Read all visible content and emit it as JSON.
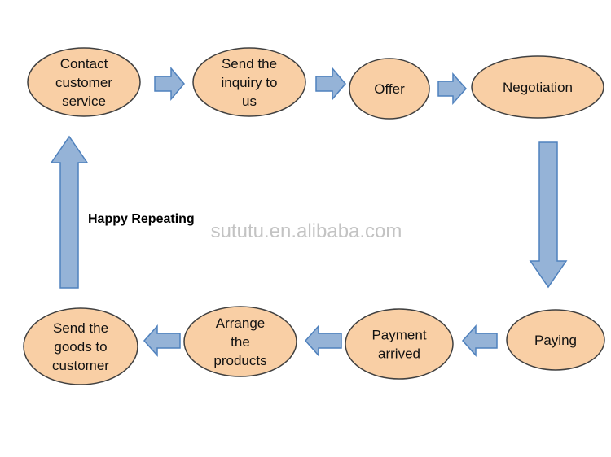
{
  "colors": {
    "node_fill": "#f9cfa5",
    "node_stroke": "#404040",
    "arrow_fill": "#95b3d7",
    "arrow_stroke": "#4f81bd"
  },
  "nodes": [
    {
      "id": "contact",
      "lines": [
        "Contact",
        "customer",
        "service"
      ]
    },
    {
      "id": "inquiry",
      "lines": [
        "Send the",
        "inquiry to",
        "us"
      ]
    },
    {
      "id": "offer",
      "lines": [
        "Offer"
      ]
    },
    {
      "id": "negotiation",
      "lines": [
        "Negotiation"
      ]
    },
    {
      "id": "paying",
      "lines": [
        "Paying"
      ]
    },
    {
      "id": "payment",
      "lines": [
        "Payment",
        "arrived"
      ]
    },
    {
      "id": "arrange",
      "lines": [
        "Arrange",
        "the",
        "products"
      ]
    },
    {
      "id": "send-goods",
      "lines": [
        "Send the",
        "goods to",
        "customer"
      ]
    }
  ],
  "caption": "Happy Repeating",
  "watermark": "sututu.en.alibaba.com"
}
